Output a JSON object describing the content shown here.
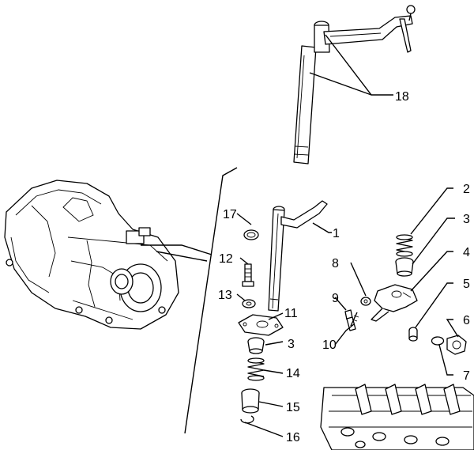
{
  "callouts": [
    {
      "id": "18",
      "text": "18"
    },
    {
      "id": "17",
      "text": "17"
    },
    {
      "id": "1",
      "text": "1"
    },
    {
      "id": "2",
      "text": "2"
    },
    {
      "id": "3a",
      "text": "3"
    },
    {
      "id": "4",
      "text": "4"
    },
    {
      "id": "8",
      "text": "8"
    },
    {
      "id": "12",
      "text": "12"
    },
    {
      "id": "13",
      "text": "13"
    },
    {
      "id": "11",
      "text": "11"
    },
    {
      "id": "9",
      "text": "9"
    },
    {
      "id": "5",
      "text": "5"
    },
    {
      "id": "6",
      "text": "6"
    },
    {
      "id": "3b",
      "text": "3"
    },
    {
      "id": "10",
      "text": "10"
    },
    {
      "id": "14",
      "text": "14"
    },
    {
      "id": "7",
      "text": "7"
    },
    {
      "id": "15",
      "text": "15"
    },
    {
      "id": "16",
      "text": "16"
    }
  ]
}
